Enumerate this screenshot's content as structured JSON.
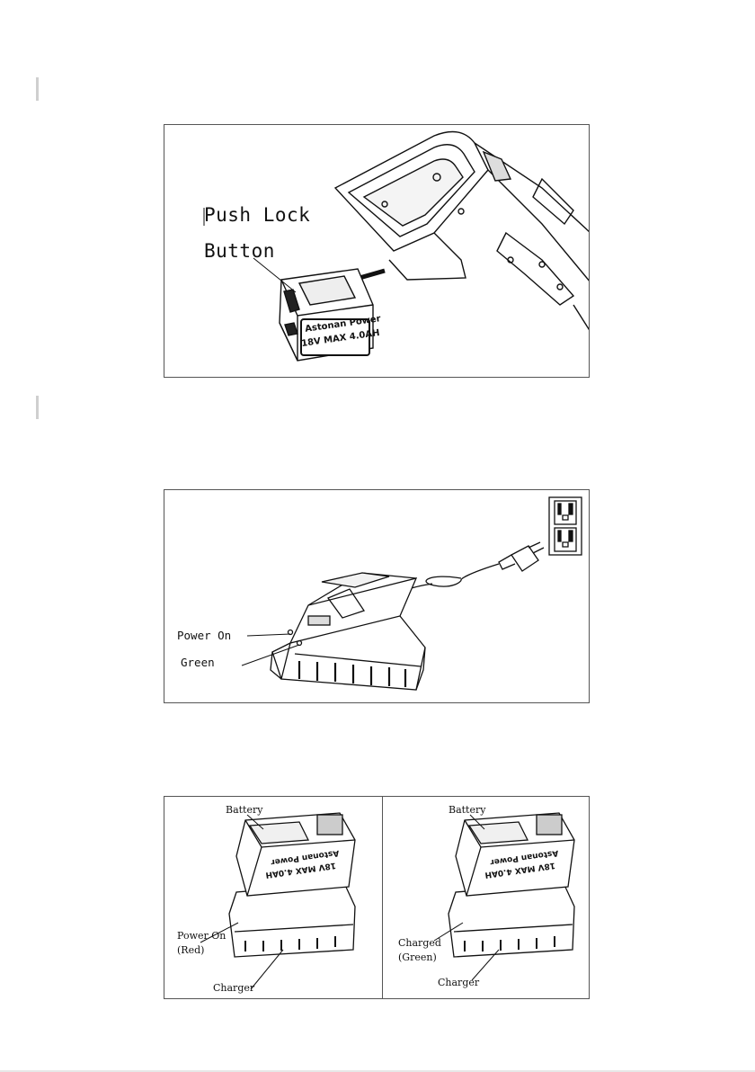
{
  "figure1": {
    "label_push_lock": "Push Lock",
    "label_button": "Button",
    "battery_brand": "Astonan Power",
    "battery_rating": "18V MAX 4.0AH"
  },
  "figure2": {
    "label_power_on": "Power On",
    "label_green": "Green"
  },
  "figure3": {
    "left": {
      "label_battery": "Battery",
      "label_power_on": "Power On",
      "label_red": "(Red)",
      "label_charger": "Charger",
      "battery_brand": "Astonan Power",
      "battery_rating": "18V MAX 4.0AH"
    },
    "right": {
      "label_battery": "Battery",
      "label_charged": "Charged",
      "label_green": "(Green)",
      "label_charger": "Charger",
      "battery_brand": "Astonan Power",
      "battery_rating": "18V MAX 4.0AH"
    }
  }
}
